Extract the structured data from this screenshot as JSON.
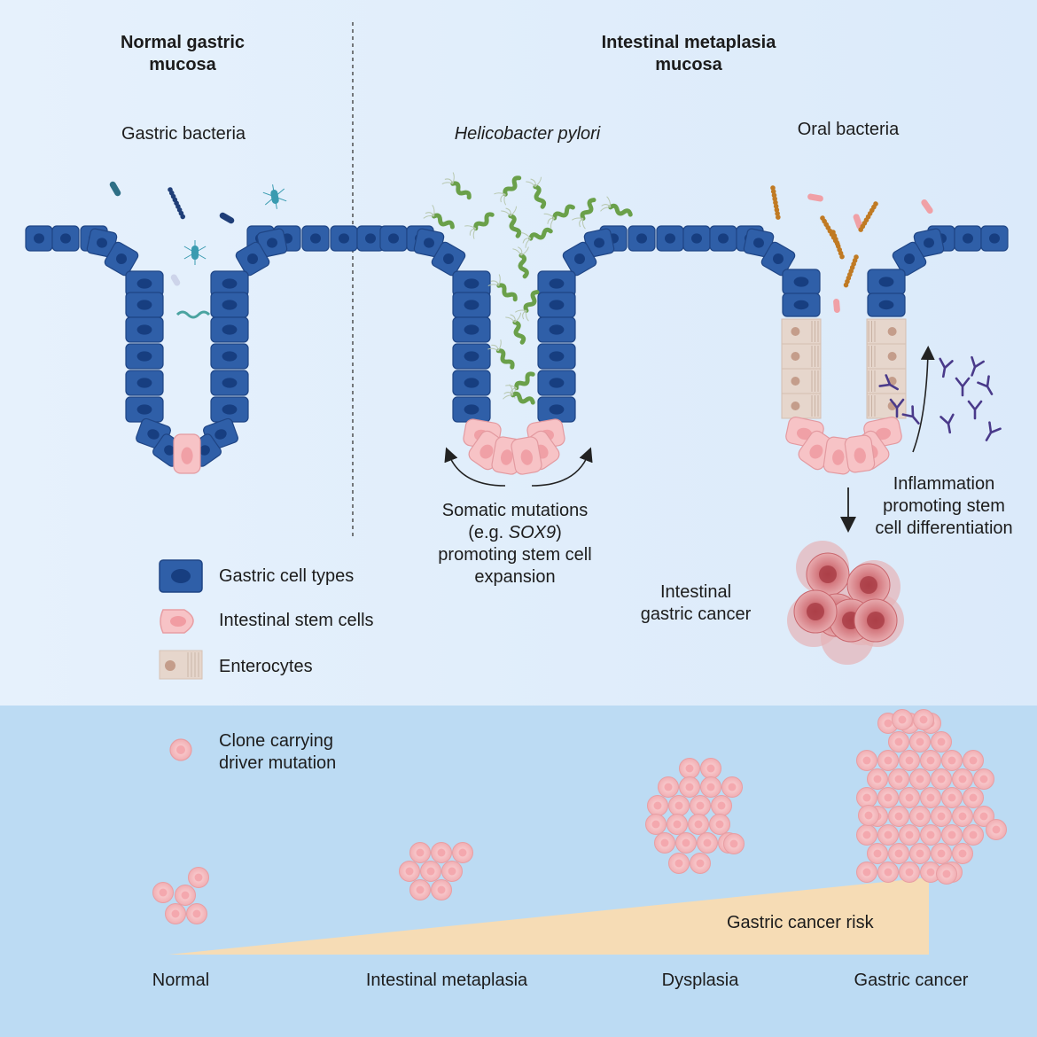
{
  "headings": {
    "normal": [
      "Normal gastric",
      "mucosa"
    ],
    "intestinal": [
      "Intestinal metaplasia",
      "mucosa"
    ]
  },
  "bacteria": {
    "gastric": "Gastric bacteria",
    "hpylori": "Helicobacter pylori",
    "oral": "Oral bacteria"
  },
  "annotations": {
    "somatic": {
      "line1": "Somatic mutations",
      "line2_pre": "(e.g. ",
      "line2_gene": "SOX9",
      "line2_post": ")",
      "line3": "promoting  stem cell",
      "line4": "expansion"
    },
    "inflammation": [
      "Inflammation",
      "promoting stem",
      "cell differentiation"
    ],
    "cancer": [
      "Intestinal",
      "gastric cancer"
    ]
  },
  "legend": {
    "gastric": "Gastric cell types",
    "stem": "Intestinal stem cells",
    "entero": "Enterocytes",
    "clone": [
      "Clone carrying",
      "driver mutation"
    ]
  },
  "progression": {
    "risk": "Gastric cancer risk",
    "stages": [
      "Normal",
      "Intestinal metaplasia",
      "Dysplasia",
      "Gastric cancer"
    ]
  },
  "colors": {
    "gastric_cell": "#2f5fa8",
    "gastric_nucleus": "#173e80",
    "stem_cell": "#f7c3c6",
    "enterocyte": "#e6d6cc",
    "clone": "#f6c0c4",
    "cancer": "#d77d83",
    "risk_wedge": "#f6dcb5",
    "top_bg": "#e3effb",
    "bottom_bg": "#b8d9f3"
  }
}
